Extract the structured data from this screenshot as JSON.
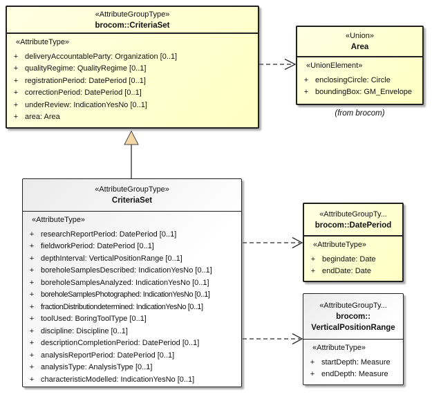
{
  "diagram": {
    "classes": [
      {
        "stereotype": "«AttributeGroupType»",
        "name_lines": [
          "brocom::CriteriaSet"
        ],
        "compartment": "«AttributeType»",
        "attributes": [
          {
            "vis": "+",
            "text": "deliveryAccountableParty: Organization [0..1]"
          },
          {
            "vis": "+",
            "text": "qualityRegime: QualityRegime [0..1]"
          },
          {
            "vis": "+",
            "text": "registrationPeriod: DatePeriod [0..1]"
          },
          {
            "vis": "+",
            "text": "correctionPeriod: DatePeriod [0..1]"
          },
          {
            "vis": "+",
            "text": "underReview: IndicationYesNo [0..1]"
          },
          {
            "vis": "+",
            "text": "area: Area"
          }
        ]
      },
      {
        "stereotype": "«Union»",
        "name_lines": [
          "Area"
        ],
        "compartment": "«UnionElement»",
        "attributes": [
          {
            "vis": "+",
            "text": "enclosingCircle: Circle"
          },
          {
            "vis": "+",
            "text": "boundingBox: GM_Envelope"
          }
        ],
        "note": "(from brocom)"
      },
      {
        "stereotype": "«AttributeGroupType»",
        "name_lines": [
          "CriteriaSet"
        ],
        "compartment": "«AttributeType»",
        "attributes": [
          {
            "vis": "+",
            "text": "researchReportPeriod: DatePeriod [0..1]"
          },
          {
            "vis": "+",
            "text": "fieldworkPeriod: DatePeriod [0..1]"
          },
          {
            "vis": "+",
            "text": "depthInterval: VerticalPositionRange [0..1]"
          },
          {
            "vis": "+",
            "text": "boreholeSamplesDescribed: IndicationYesNo [0..1]"
          },
          {
            "vis": "+",
            "text": "boreholeSamplesAnalyzed: IndicationYesNo [0..1]"
          },
          {
            "vis": "+",
            "text": "boreholeSamplesPhotographed: IndicationYesNo [0..1]"
          },
          {
            "vis": "+",
            "text": "fractionDistributiondetermined: IndicationYesNo [0..1]"
          },
          {
            "vis": "+",
            "text": "toolUsed: BoringToolType [0..1]"
          },
          {
            "vis": "+",
            "text": "discipline: Discipline [0..1]"
          },
          {
            "vis": "+",
            "text": "descriptionCompletionPeriod: DatePeriod [0..1]"
          },
          {
            "vis": "+",
            "text": "analysisReportPeriod: DatePeriod [0..1]"
          },
          {
            "vis": "+",
            "text": "analysisType: AnalysisType [0..1]"
          },
          {
            "vis": "+",
            "text": "characteristicModelled: IndicationYesNo [0..1]"
          }
        ]
      },
      {
        "stereotype": "«AttributeGroupTy...",
        "name_lines": [
          "brocom::DatePeriod"
        ],
        "compartment": "«AttributeType»",
        "attributes": [
          {
            "vis": "+",
            "text": "begindate: Date"
          },
          {
            "vis": "+",
            "text": "endDate: Date"
          }
        ]
      },
      {
        "stereotype": "«AttributeGroupTy...",
        "name_lines": [
          "brocom::",
          "VerticalPositionRange"
        ],
        "compartment": "«AttributeType»",
        "attributes": [
          {
            "vis": "+",
            "text": "startDepth: Measure"
          },
          {
            "vis": "+",
            "text": "endDepth: Measure"
          }
        ]
      }
    ],
    "colors": {
      "class_fill_yellow": "#ffffc8",
      "class_fill_white": "#ffffff",
      "border": "#1f1f1f",
      "generalization_arrowhead_fill": "#f3d7a7",
      "shadow_gray": "#b0b0b0"
    }
  }
}
